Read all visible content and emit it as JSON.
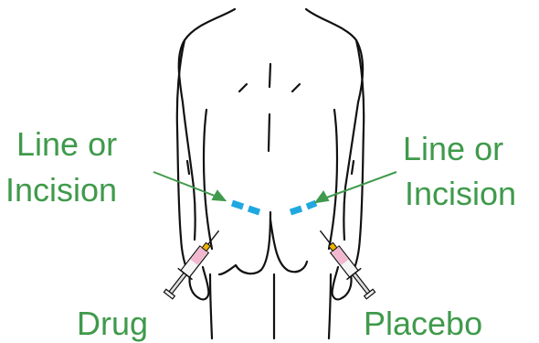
{
  "labels": {
    "left_line1": "Line or",
    "left_line2": "Incision",
    "right_line1": "Line or",
    "right_line2": "Incision",
    "drug": "Drug",
    "placebo": "Placebo"
  },
  "colors": {
    "label_text": "#3f9a4b",
    "arrow": "#3f9a4b",
    "incision_mark": "#1fa8e0",
    "outline": "#111111",
    "syringe_barrel": "#f5f5f5",
    "syringe_fluid": "#f2b8cf",
    "needle_hub": "#f0b400"
  },
  "icons": {
    "body": "human-back-outline",
    "left_syringe": "syringe-icon",
    "right_syringe": "syringe-icon"
  }
}
